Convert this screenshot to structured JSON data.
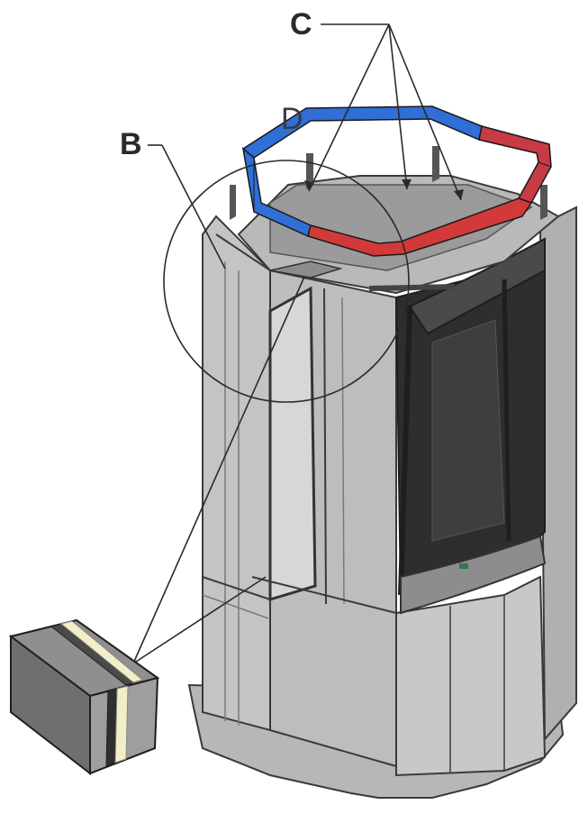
{
  "diagram": {
    "callouts": {
      "c": "C",
      "b": "B",
      "d": "D"
    },
    "colors": {
      "background": "#ffffff",
      "body_light": "#cfcfcf",
      "body_mid": "#b5b5b5",
      "body_dark": "#8a8a8a",
      "frame_dark": "#3a3a3a",
      "frame_blue": "#2f6fd6",
      "frame_red": "#d23a3a",
      "leader_line": "#2a2a2a",
      "seal_strip": "#f2efc8"
    }
  }
}
